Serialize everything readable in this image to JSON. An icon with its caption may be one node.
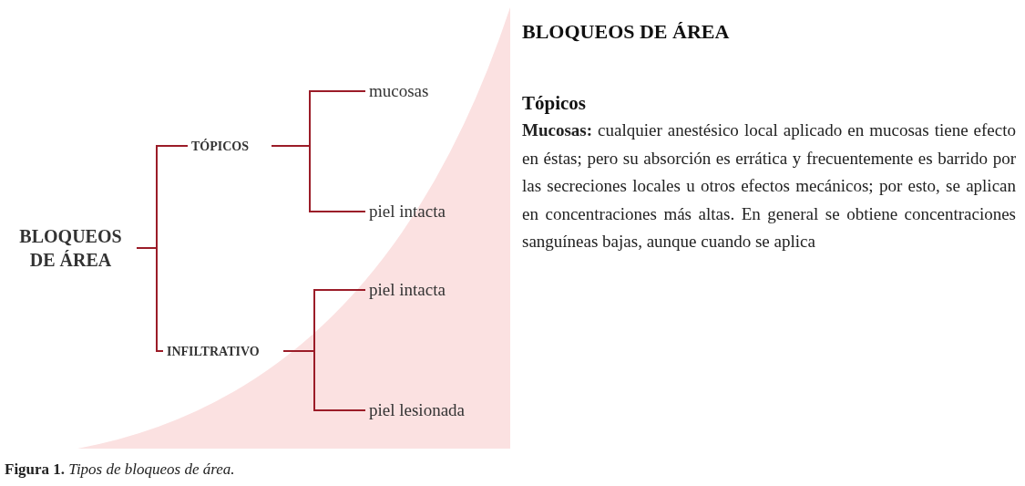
{
  "diagram": {
    "caption": "**Figura 1.** *Tipos de bloqueos de área.*",
    "nodes": [
      {
        "text": [
          "BLOQUEOS DE ÁREA"
        ]
      },
      {
        "text": [
          "TÓPICOS"
        ]
      },
      {
        "text": [
          "INFILTRATIVO"
        ]
      },
      {
        "text": [
          "mucosas"
        ]
      },
      {
        "text": [
          "piel intacta"
        ]
      },
      {
        "text": [
          "piel intacta"
        ]
      },
      {
        "text": [
          "piel lesionada"
        ]
      }
    ],
    "edges": [
      {
        "from": 0,
        "to": 1,
        "arrow": "none"
      },
      {
        "from": 0,
        "to": 2,
        "arrow": "none"
      },
      {
        "from": 1,
        "to": 3,
        "arrow": "none"
      },
      {
        "from": 1,
        "to": 4,
        "arrow": "none"
      },
      {
        "from": 2,
        "to": 5,
        "arrow": "none"
      },
      {
        "from": 2,
        "to": 6,
        "arrow": "none"
      }
    ],
    "labels": [
      "BLOQUEOS DE ÁREA",
      "Tópicos",
      "**Mucosas:** cualquier anestésico local aplicado en mucosas tiene efecto en éstas; pero su absorción es errática y frecuentemente es barrido por las secreciones locales u otros efectos mecánicos; por esto, se aplican en concentraciones más altas. En general se obtiene concentraciones sanguíneas bajas, aunque cuando se aplica"
    ]
  }
}
